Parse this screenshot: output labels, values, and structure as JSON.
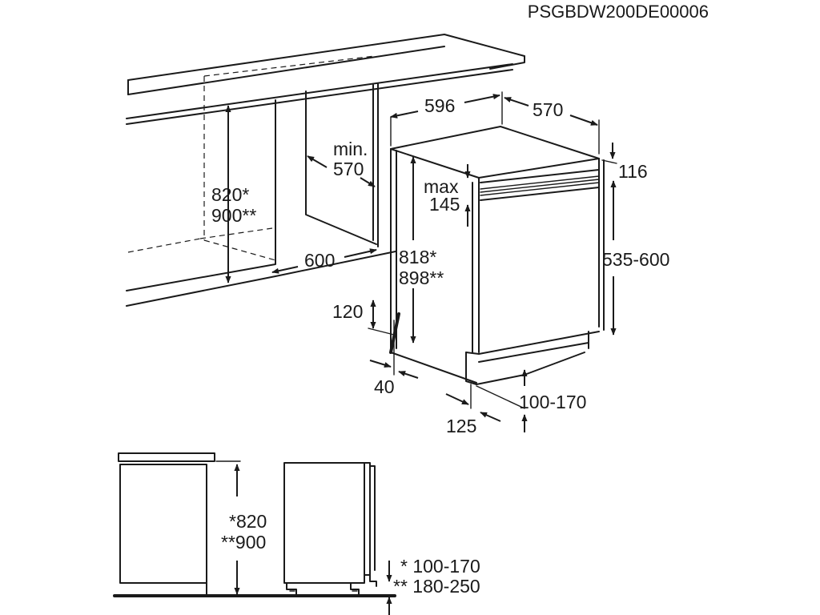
{
  "code": "PSGBDW200DE00006",
  "dims": {
    "width": "596",
    "depth": "570",
    "top_gap": "116",
    "max_label": "max",
    "max_value": "145",
    "niche_width_min": "min.",
    "niche_width_val": "570",
    "niche_height_1": "820*",
    "niche_height_2": "900**",
    "niche_depth": "600",
    "height_1": "818*",
    "height_2": "898**",
    "door_range": "535-600",
    "plinth_height": "120",
    "plinth_recess": "40",
    "plinth_depth": "125",
    "kick_range": "100-170",
    "side_height_1": "*820",
    "side_height_2": "**900",
    "side_kick_1": "* 100-170",
    "side_kick_2": "** 180-250"
  }
}
